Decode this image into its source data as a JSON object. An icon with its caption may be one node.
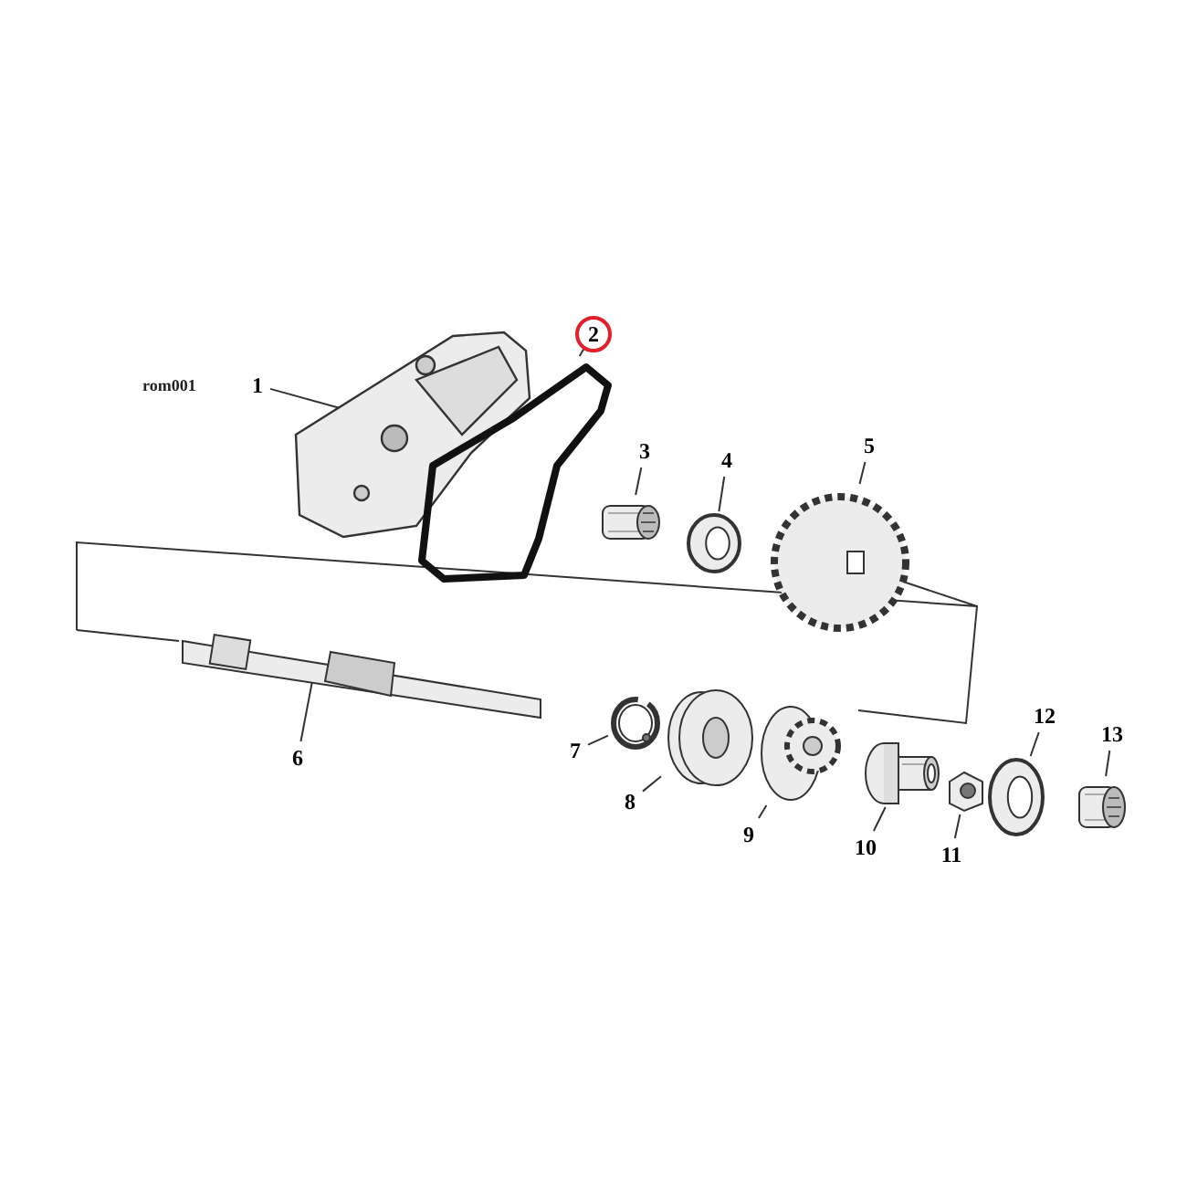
{
  "diagram": {
    "nodes": [
      {
        "text": [
          "1"
        ]
      },
      {
        "text": [
          "2"
        ]
      },
      {
        "text": [
          "3"
        ]
      },
      {
        "text": [
          "4"
        ]
      },
      {
        "text": [
          "5"
        ]
      },
      {
        "text": [
          "6"
        ]
      },
      {
        "text": [
          "7"
        ]
      },
      {
        "text": [
          "8"
        ]
      },
      {
        "text": [
          "9"
        ]
      },
      {
        "text": [
          "10"
        ]
      },
      {
        "text": [
          "11"
        ]
      },
      {
        "text": [
          "12"
        ]
      },
      {
        "text": [
          "13"
        ]
      },
      {
        "text": [],
        "shape": "picture"
      },
      {
        "text": [],
        "shape": "picture"
      },
      {
        "text": [],
        "shape": "picture"
      },
      {
        "text": [],
        "shape": "picture"
      },
      {
        "text": [],
        "shape": "picture"
      },
      {
        "text": [],
        "shape": "picture"
      },
      {
        "text": [],
        "shape": "picture"
      },
      {
        "text": [],
        "shape": "picture"
      },
      {
        "text": [],
        "shape": "picture"
      },
      {
        "text": [],
        "shape": "picture"
      },
      {
        "text": [],
        "shape": "picture"
      },
      {
        "text": [],
        "shape": "picture"
      },
      {
        "text": [],
        "shape": "picture"
      }
    ],
    "edges": [
      {
        "from": 0,
        "to": 13,
        "arrow": "none"
      },
      {
        "from": 1,
        "to": 14,
        "arrow": "none"
      },
      {
        "from": 2,
        "to": 15,
        "arrow": "none"
      },
      {
        "from": 3,
        "to": 16,
        "arrow": "none"
      },
      {
        "from": 4,
        "to": 17,
        "arrow": "none"
      },
      {
        "from": 5,
        "to": 18,
        "arrow": "none"
      },
      {
        "from": 6,
        "to": 19,
        "arrow": "none"
      },
      {
        "from": 7,
        "to": 20,
        "arrow": "none"
      },
      {
        "from": 8,
        "to": 21,
        "arrow": "none"
      },
      {
        "from": 9,
        "to": 22,
        "arrow": "none"
      },
      {
        "from": 10,
        "to": 23,
        "arrow": "none"
      },
      {
        "from": 11,
        "to": 24,
        "arrow": "none"
      },
      {
        "from": 12,
        "to": 25,
        "arrow": "none"
      }
    ],
    "labels": [
      "rom001"
    ]
  }
}
